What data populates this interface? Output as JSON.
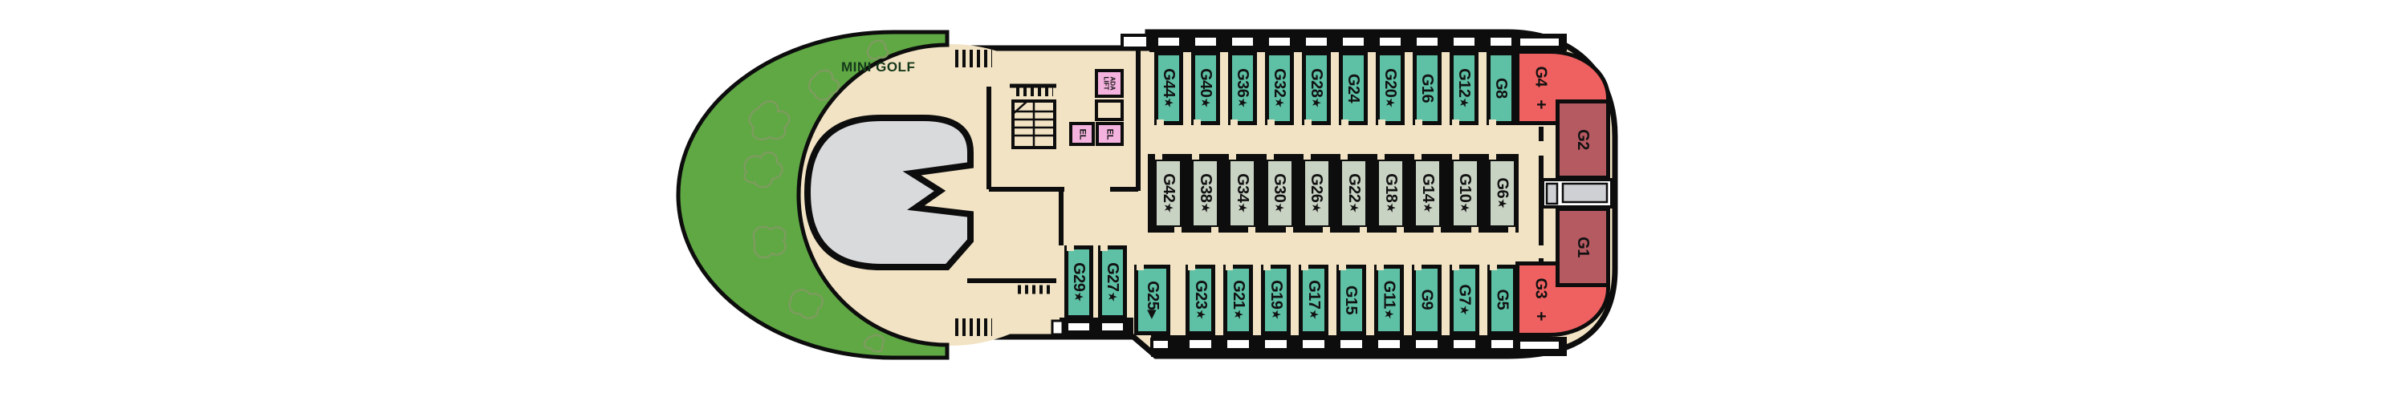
{
  "plan": {
    "mini_golf_label": "MINI GOLF",
    "elevator_label": "EL",
    "ada_lift_label": "ADA\nLIFT",
    "cabins": {
      "top_row": [
        {
          "id": "G44",
          "symbol": "★"
        },
        {
          "id": "G40",
          "symbol": "★"
        },
        {
          "id": "G36",
          "symbol": "★"
        },
        {
          "id": "G32",
          "symbol": "★"
        },
        {
          "id": "G28",
          "symbol": "★"
        },
        {
          "id": "G24",
          "symbol": ""
        },
        {
          "id": "G20",
          "symbol": "★"
        },
        {
          "id": "G16",
          "symbol": ""
        },
        {
          "id": "G12",
          "symbol": "★"
        },
        {
          "id": "G8",
          "symbol": ""
        }
      ],
      "middle_row": [
        {
          "id": "G42",
          "symbol": "★"
        },
        {
          "id": "G38",
          "symbol": "★"
        },
        {
          "id": "G34",
          "symbol": "★"
        },
        {
          "id": "G30",
          "symbol": "★"
        },
        {
          "id": "G26",
          "symbol": "★"
        },
        {
          "id": "G22",
          "symbol": "★"
        },
        {
          "id": "G18",
          "symbol": "★"
        },
        {
          "id": "G14",
          "symbol": "★"
        },
        {
          "id": "G10",
          "symbol": "★"
        },
        {
          "id": "G6",
          "symbol": "★"
        }
      ],
      "bottom_forward": [
        {
          "id": "G29",
          "symbol": "★"
        },
        {
          "id": "G27",
          "symbol": "★"
        }
      ],
      "bottom_row": [
        {
          "id": "G25",
          "symbol": "▶"
        },
        {
          "id": "G23",
          "symbol": "★"
        },
        {
          "id": "G21",
          "symbol": "★"
        },
        {
          "id": "G19",
          "symbol": "★"
        },
        {
          "id": "G17",
          "symbol": "★"
        },
        {
          "id": "G15",
          "symbol": ""
        },
        {
          "id": "G11",
          "symbol": "★"
        },
        {
          "id": "G9",
          "symbol": ""
        },
        {
          "id": "G7",
          "symbol": "★"
        },
        {
          "id": "G5",
          "symbol": ""
        }
      ],
      "stern": [
        {
          "id": "G4",
          "symbol": "+"
        },
        {
          "id": "G3",
          "symbol": "+"
        },
        {
          "id": "G2",
          "symbol": ""
        },
        {
          "id": "G1",
          "symbol": ""
        }
      ]
    },
    "colors": {
      "deck_tan": "#f2e3c4",
      "balcony_cabin_teal": "#5ec1a5",
      "interior_cabin_gray": "#c9d3c4",
      "corner_cabin_red": "#ef6160",
      "aft_cabin_maroon": "#b65a62",
      "lift_pink": "#f4b3de",
      "mini_golf_green": "#5fa844",
      "pool_gray": "#d9dadc",
      "outline_black": "#0d0d0d"
    }
  }
}
